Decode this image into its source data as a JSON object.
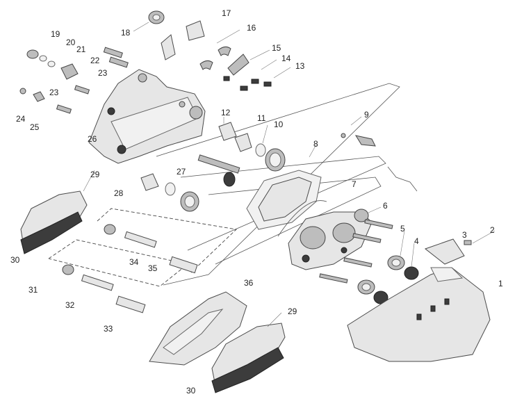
{
  "callouts": [
    {
      "id": "c1",
      "text": "1"
    },
    {
      "id": "c2",
      "text": "2"
    },
    {
      "id": "c3",
      "text": "3"
    },
    {
      "id": "c4",
      "text": "4"
    },
    {
      "id": "c5",
      "text": "5"
    },
    {
      "id": "c6",
      "text": "6"
    },
    {
      "id": "c7",
      "text": "7"
    },
    {
      "id": "c8",
      "text": "8"
    },
    {
      "id": "c9",
      "text": "9"
    },
    {
      "id": "c10",
      "text": "10"
    },
    {
      "id": "c11",
      "text": "11"
    },
    {
      "id": "c12",
      "text": "12"
    },
    {
      "id": "c13",
      "text": "13"
    },
    {
      "id": "c14",
      "text": "14"
    },
    {
      "id": "c15",
      "text": "15"
    },
    {
      "id": "c16",
      "text": "16"
    },
    {
      "id": "c17",
      "text": "17"
    },
    {
      "id": "c18",
      "text": "18"
    },
    {
      "id": "c19",
      "text": "19"
    },
    {
      "id": "c20",
      "text": "20"
    },
    {
      "id": "c21",
      "text": "21"
    },
    {
      "id": "c22",
      "text": "22"
    },
    {
      "id": "c23a",
      "text": "23"
    },
    {
      "id": "c23b",
      "text": "23"
    },
    {
      "id": "c24",
      "text": "24"
    },
    {
      "id": "c25",
      "text": "25"
    },
    {
      "id": "c26",
      "text": "26"
    },
    {
      "id": "c27",
      "text": "27"
    },
    {
      "id": "c28",
      "text": "28"
    },
    {
      "id": "c29a",
      "text": "29"
    },
    {
      "id": "c29b",
      "text": "29"
    },
    {
      "id": "c30a",
      "text": "30"
    },
    {
      "id": "c30b",
      "text": "30"
    },
    {
      "id": "c31",
      "text": "31"
    },
    {
      "id": "c32",
      "text": "32"
    },
    {
      "id": "c33",
      "text": "33"
    },
    {
      "id": "c34",
      "text": "34"
    },
    {
      "id": "c35",
      "text": "35"
    },
    {
      "id": "c36",
      "text": "36"
    }
  ],
  "colors": {
    "line": "#4a4a4a",
    "part_fill": "#e6e6e6",
    "dark_fill": "#3c3c3c",
    "label": "#222222"
  }
}
